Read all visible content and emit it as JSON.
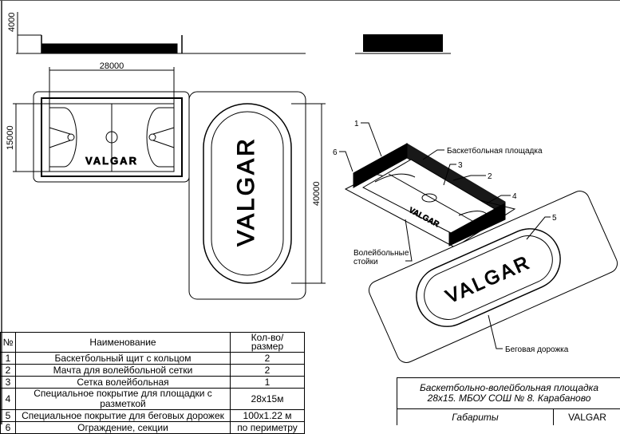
{
  "dimensions": {
    "height_side": "4000",
    "length": "28000",
    "width": "15000",
    "track_length": "40000"
  },
  "logo_text": "VALGAR",
  "callouts": {
    "n1": "1",
    "n2": "2",
    "n3": "3",
    "n4": "4",
    "n5": "5",
    "n6": "6",
    "basketball_court": "Баскетбольная площадка",
    "volleyball_posts_1": "Волейбольные",
    "volleyball_posts_2": "стойки",
    "running_track": "Беговая дорожка"
  },
  "spec_table": {
    "headers": {
      "num": "№",
      "name": "Наименование",
      "qty_1": "Кол-во/",
      "qty_2": "размер"
    },
    "rows": [
      {
        "num": "1",
        "name": "Баскетбольный щит с кольцом",
        "qty": "2"
      },
      {
        "num": "2",
        "name": "Мачта для волейбольной сетки",
        "qty": "2"
      },
      {
        "num": "3",
        "name": "Сетка волейбольная",
        "qty": "1"
      },
      {
        "num": "4",
        "name": "Специальное покрытие для площадки с разметкой",
        "qty": "28x15м"
      },
      {
        "num": "5",
        "name": "Специальное покрытие для беговых дорожек",
        "qty": "100x1.22 м"
      },
      {
        "num": "6",
        "name": "Ограждение, секции",
        "qty": "по периметру"
      }
    ]
  },
  "title_block": {
    "title_line1": "Баскетбольно-волейбольная площадка",
    "title_line2": "28x15. МБОУ СОШ № 8. Карабаново",
    "sheet": "Габариты",
    "company": "VALGAR"
  }
}
